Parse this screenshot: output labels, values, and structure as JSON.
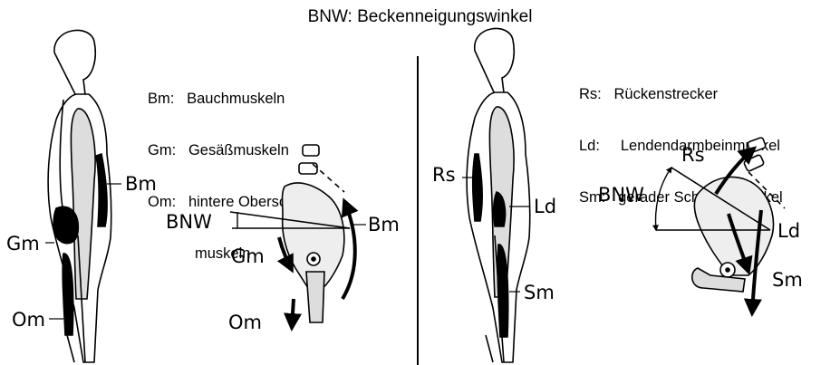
{
  "title": "BNW: Beckenneigungswinkel",
  "left_legend": [
    {
      "abbr": "Bm:",
      "name": "Bauchmuskeln"
    },
    {
      "abbr": "Gm:",
      "name": "Gesäßmuskeln"
    },
    {
      "abbr": "Om:",
      "name": "hintere Oberschenkel-"
    },
    {
      "abbr": "",
      "name": "muskeln"
    }
  ],
  "right_legend": [
    {
      "abbr": "Rs:",
      "name": "Rückenstrecker"
    },
    {
      "abbr": "Ld:",
      "name": "Lendendarmbeinmuskel"
    },
    {
      "abbr": "Sm:",
      "name": "gerader Schenkelmuskel"
    }
  ],
  "left_figure": {
    "labels": {
      "bm": "Bm",
      "gm": "Gm",
      "om": "Om"
    }
  },
  "left_pelvis": {
    "labels": {
      "bnw": "BNW",
      "bm": "Bm",
      "gm": "Gm",
      "om": "Om"
    }
  },
  "right_figure": {
    "labels": {
      "rs": "Rs",
      "ld": "Ld",
      "sm": "Sm"
    }
  },
  "right_pelvis": {
    "labels": {
      "rs": "Rs",
      "bnw": "BNW",
      "ld": "Ld",
      "sm": "Sm"
    }
  }
}
